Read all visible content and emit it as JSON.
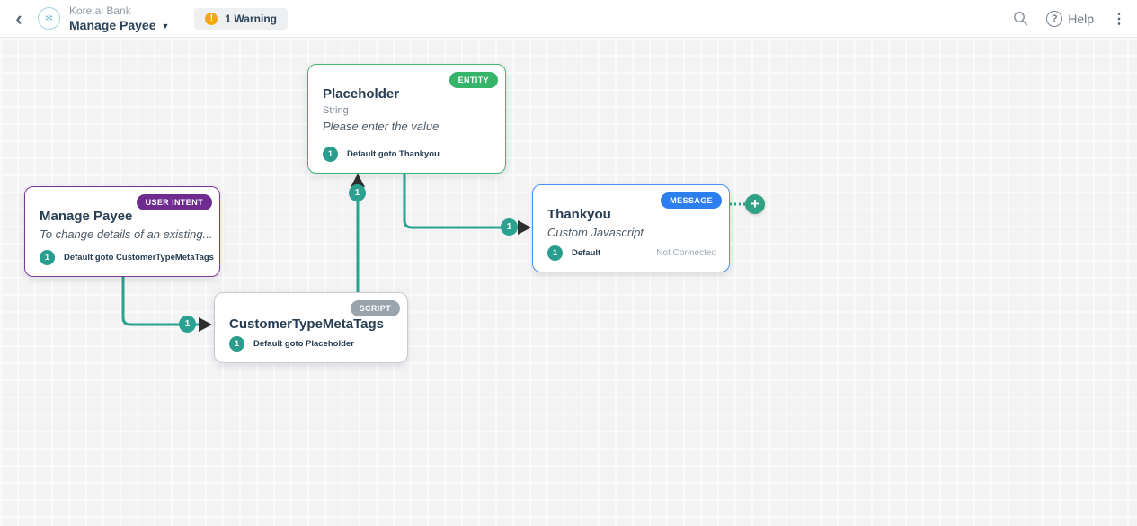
{
  "header": {
    "back_glyph": "‹",
    "bot_name": "Kore.ai Bank",
    "task_name": "Manage Payee",
    "task_caret": "▼",
    "logo_glyph": "✻",
    "warning": {
      "glyph": "!",
      "label": "1 Warning"
    },
    "help": {
      "glyph": "?",
      "label": "Help"
    },
    "kebab_glyph": "⋮"
  },
  "canvas": {
    "nodes": [
      {
        "title": "Placeholder",
        "type_badge": "ENTITY",
        "subtitle": "String",
        "description": "Please enter the value",
        "transition": {
          "index": "1",
          "label": "Default goto Thankyou"
        }
      },
      {
        "title": "Manage Payee",
        "type_badge": "USER INTENT",
        "description": "To change details of an existing...",
        "transition": {
          "index": "1",
          "label": "Default goto CustomerTypeMetaTags"
        }
      },
      {
        "title": "CustomerTypeMetaTags",
        "type_badge": "SCRIPT",
        "transition": {
          "index": "1",
          "label": "Default goto Placeholder"
        }
      },
      {
        "title": "Thankyou",
        "type_badge": "MESSAGE",
        "description": "Custom Javascript",
        "transition": {
          "index": "1",
          "label": "Default",
          "status": "Not Connected"
        }
      }
    ],
    "connections": [
      {
        "from": "Manage Payee",
        "to": "CustomerTypeMetaTags",
        "label": "1"
      },
      {
        "from": "CustomerTypeMetaTags",
        "to": "Placeholder",
        "label": "1"
      },
      {
        "from": "Placeholder",
        "to": "Thankyou",
        "label": "1"
      }
    ],
    "add_node_glyph": "+",
    "colors": {
      "entity_green": "#35b46a",
      "intent_purple": "#6f2b8f",
      "script_gray": "#9aa4ac",
      "message_blue": "#2d7ff0",
      "connector_teal": "#2aa191",
      "warning_orange": "#f2a71b",
      "arrow_dark": "#2e2e2e"
    }
  }
}
